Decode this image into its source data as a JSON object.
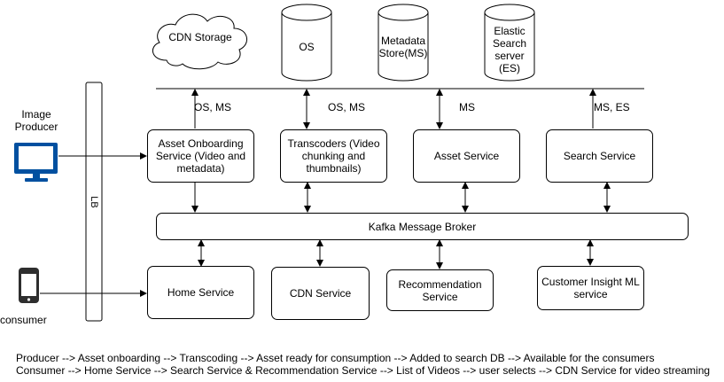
{
  "storage": {
    "cdn_storage": "CDN Storage",
    "os": "OS",
    "metadata_store": "Metadata\nStore(MS)",
    "elastic_search": "Elastic\nSearch\nserver\n(ES)"
  },
  "actors": {
    "image_producer": "Image\nProducer",
    "consumer": "consumer"
  },
  "lb": "LB",
  "services": {
    "asset_onboarding": "Asset Onboarding Service (Video and metadata)",
    "transcoders": "Transcoders (Video chunking and thumbnails)",
    "asset_service": "Asset Service",
    "search_service": "Search Service",
    "kafka": "Kafka Message Broker",
    "home_service": "Home Service",
    "cdn_service": "CDN Service",
    "recommendation_service": "Recommendation Service",
    "customer_insight": "Customer Insight ML service"
  },
  "connection_labels": {
    "onboarding": "OS, MS",
    "transcoders": "OS, MS",
    "asset": "MS",
    "search": "MS, ES"
  },
  "legend": {
    "producer_flow": "Producer --> Asset onboarding --> Transcoding --> Asset ready for consumption --> Added to search DB --> Available for the consumers",
    "consumer_flow": "Consumer --> Home Service --> Search Service & Recommendation Service --> List of Videos --> user selects --> CDN Service for video streaming"
  },
  "colors": {
    "monitor_icon": "#0050a0",
    "lines": "#000000"
  }
}
